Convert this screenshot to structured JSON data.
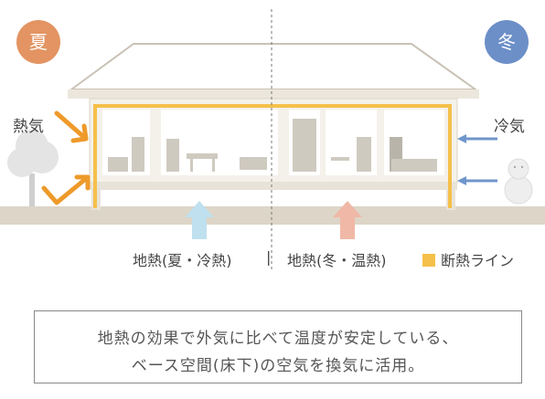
{
  "badges": {
    "summer": "夏",
    "winter": "冬"
  },
  "labels": {
    "hot_air": "熱気",
    "cold_air": "冷気"
  },
  "captions": {
    "geothermal_summer": "地熱(夏・冷熱)",
    "separator": "|",
    "geothermal_winter": "地熱(冬・温熱)",
    "insulation_line": "断熱ライン"
  },
  "callout": {
    "line1": "地熱の効果で外気に比べて温度が安定している、",
    "line2": "ベース空間(床下)の空気を換気に活用。"
  },
  "colors": {
    "summer": "#e39462",
    "winter": "#6c8fc8",
    "insulation": "#f5c04a",
    "hot_arrow": "#ee9a2a",
    "cold_arrow": "#6f96cc",
    "ground": "#ddd5c7",
    "house_wall": "#f4f1ea",
    "roof": "#ffffff",
    "roof_outline": "#c9c2b5"
  }
}
